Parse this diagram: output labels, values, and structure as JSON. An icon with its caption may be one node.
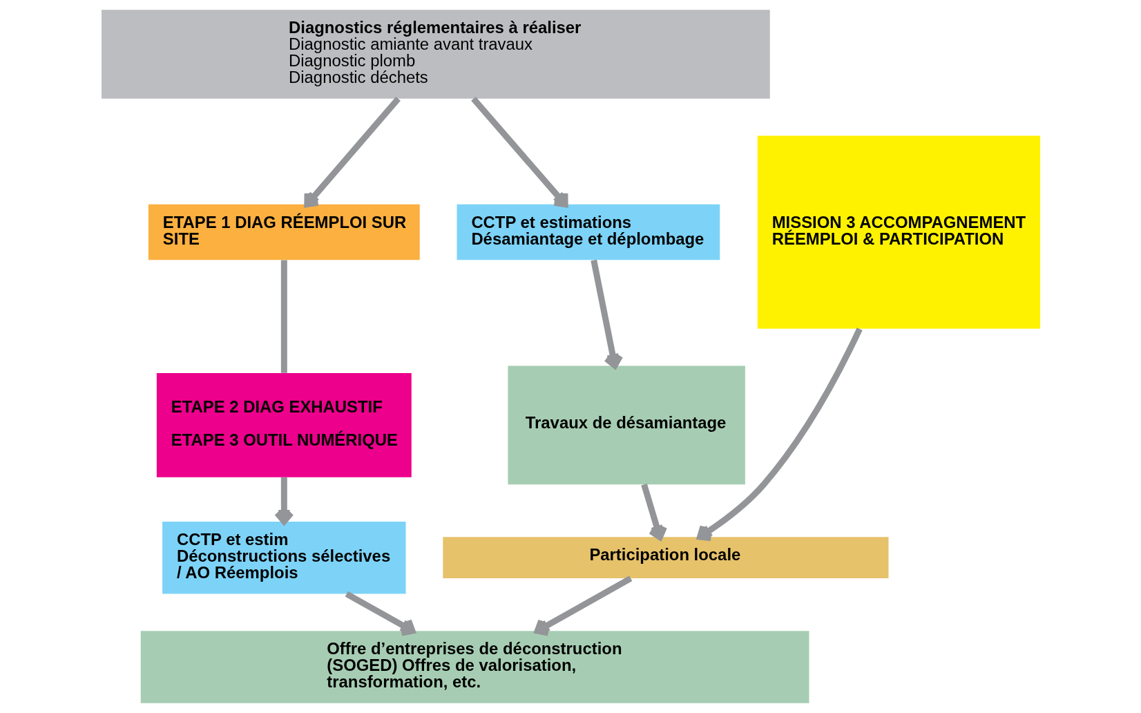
{
  "diagram": {
    "nodes": [
      {
        "text": [
          "Diagnostics réglementaires à réaliser",
          "Diagnostic amiante avant travaux",
          "Diagnostic plomb",
          "Diagnostic déchets"
        ]
      },
      {
        "text": [
          "ETAPE 1 DIAG RÉEMPLOI SUR SITE"
        ]
      },
      {
        "text": [
          "CCTP et estimations Désamiantage et déplombage"
        ]
      },
      {
        "text": [
          "MISSION 3 ACCOMPAGNEMENT RÉEMPLOI & PARTICIPATION"
        ]
      },
      {
        "text": [
          "ETAPE 2 DIAG EXHAUSTIF",
          "ETAPE 3 OUTIL NUMÉRIQUE"
        ]
      },
      {
        "text": [
          "Travaux de désamiantage"
        ]
      },
      {
        "text": [
          "CCTP et estim Déconstructions sélectives / AO Réemplois"
        ]
      },
      {
        "text": [
          "Participation locale"
        ]
      },
      {
        "text": [
          "Offre d’entreprises de déconstruction (SOGED) Offres de valorisation, transformation, etc."
        ]
      }
    ],
    "edges": [
      {
        "from": 0,
        "to": 1,
        "arrow": "to"
      },
      {
        "from": 0,
        "to": 2,
        "arrow": "to"
      },
      {
        "from": 1,
        "to": 4,
        "arrow": "none"
      },
      {
        "from": 2,
        "to": 5,
        "arrow": "to"
      },
      {
        "from": 4,
        "to": 6,
        "arrow": "to"
      },
      {
        "from": 5,
        "to": 7,
        "arrow": "to"
      },
      {
        "from": 3,
        "to": 7,
        "arrow": "to"
      },
      {
        "from": 6,
        "to": 8,
        "arrow": "to"
      },
      {
        "from": 7,
        "to": 8,
        "arrow": "to"
      }
    ]
  }
}
